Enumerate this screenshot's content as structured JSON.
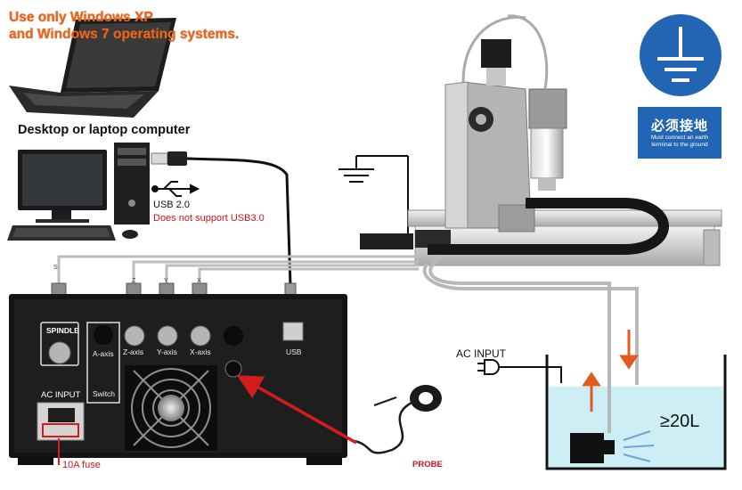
{
  "warning": {
    "line1": "Use only Windows XP",
    "line2": "and Windows 7 operating systems."
  },
  "computer": {
    "label": "Desktop or laptop computer",
    "usb_version": "USB  2.0",
    "usb3_note": "Does not support USB3.0"
  },
  "ground_badge": {
    "title": "必须接地",
    "sub_line1": "Must connect an earth",
    "sub_line2": "terminal to the ground"
  },
  "controller": {
    "spindle": "SPINDLE",
    "a_axis": "A-axis",
    "switch": "Switch",
    "z_axis": "Z-axis",
    "y_axis": "Y-axis",
    "x_axis": "X-axis",
    "usb": "USB",
    "ac_input": "AC INPUT",
    "fuse": "10A fuse",
    "cable_spindle": "S",
    "cable_z": "Z",
    "cable_y": "Y",
    "cable_x": "X"
  },
  "probe": "PROBE",
  "pump": {
    "ac_input": "AC INPUT",
    "volume": "≥20L"
  },
  "colors": {
    "warning_orange": "#e8661d",
    "alert_red": "#c8161d",
    "badge_blue": "#2265b5",
    "water_blue": "#cdeef5"
  }
}
